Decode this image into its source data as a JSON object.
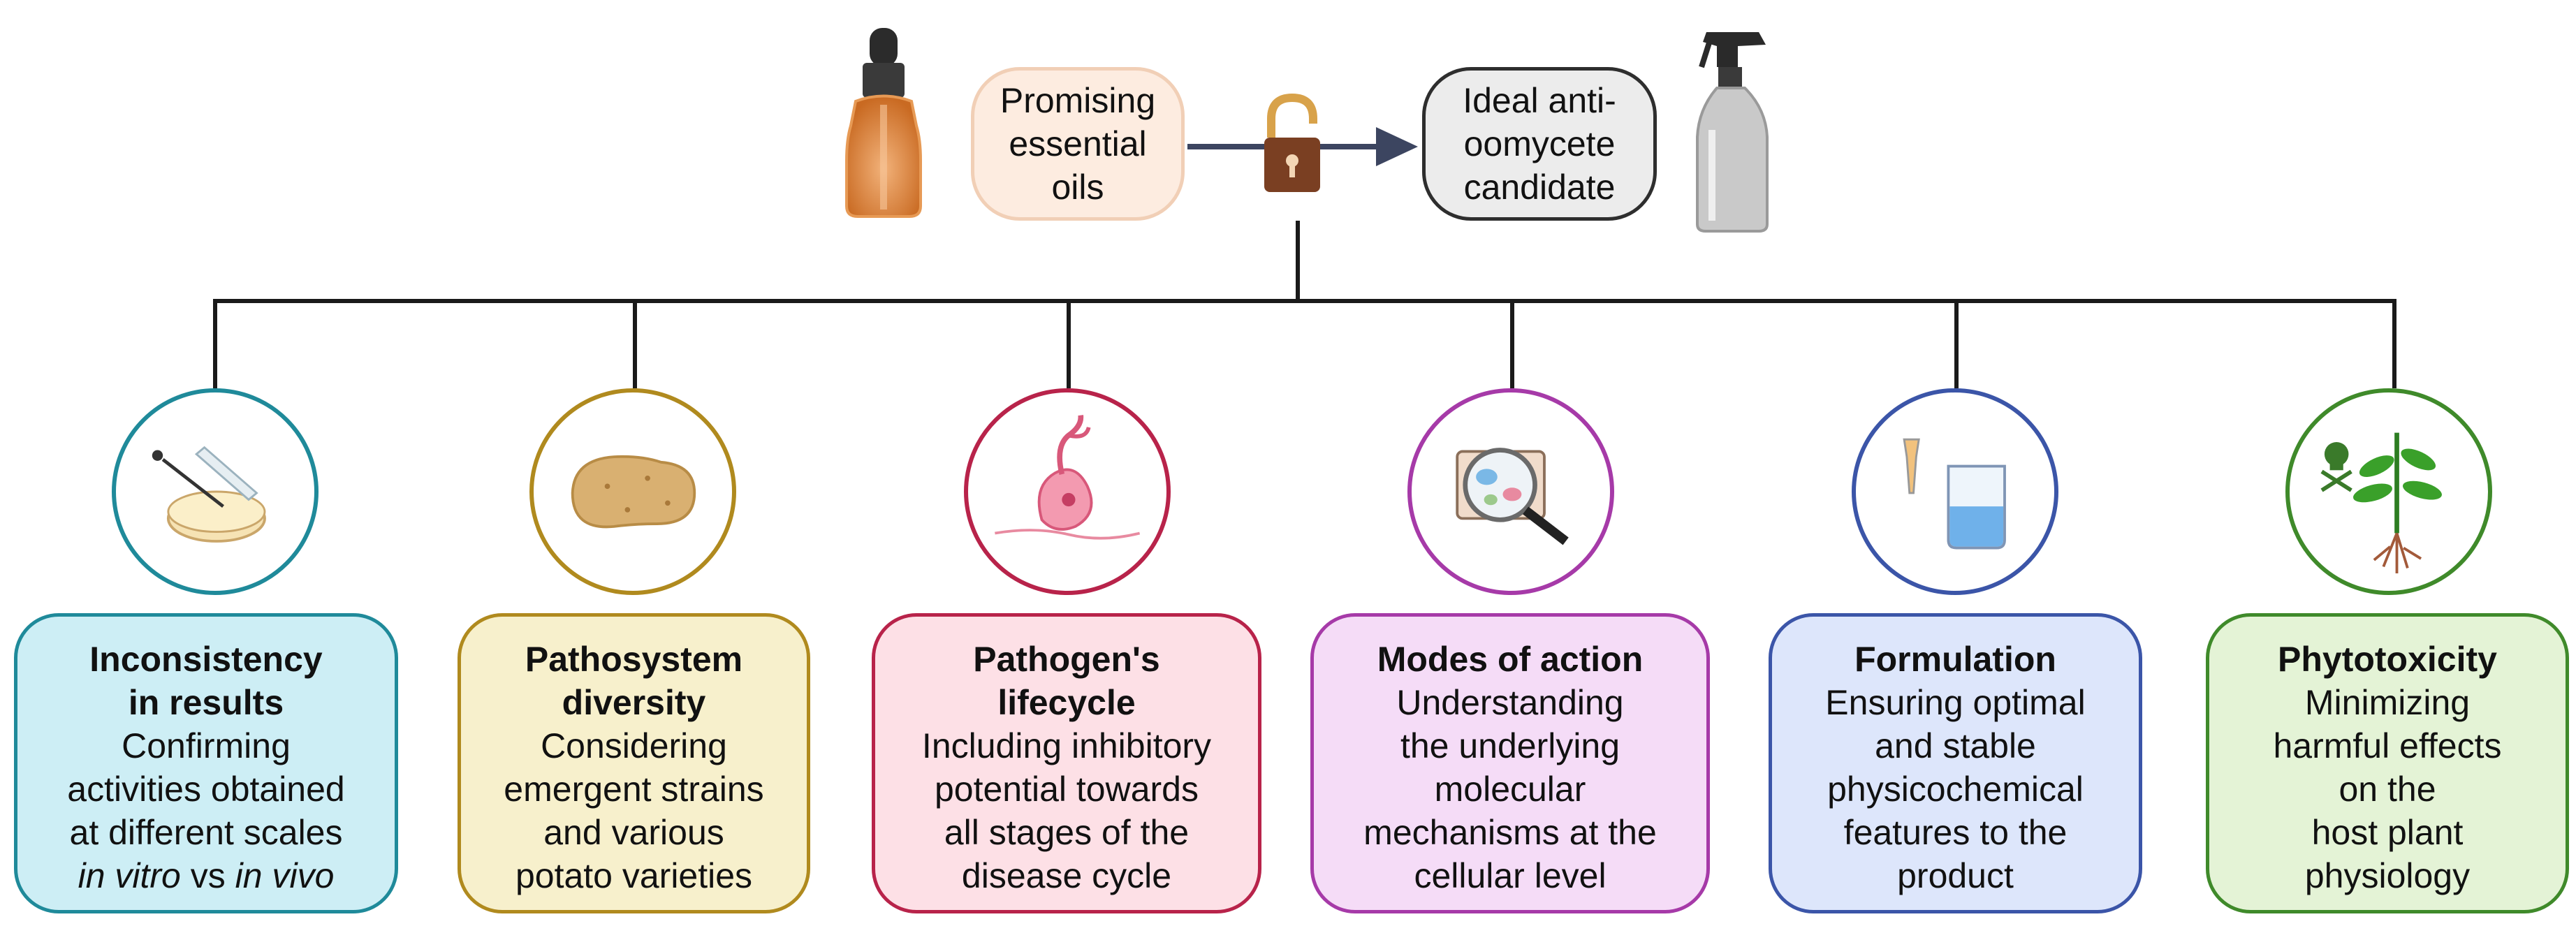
{
  "header": {
    "left_pill": [
      "Promising",
      "essential",
      "oils"
    ],
    "right_pill": [
      "Ideal anti-",
      "oomycete",
      "candidate"
    ]
  },
  "cards": [
    {
      "title": [
        "Inconsistency",
        "in results"
      ],
      "desc": [
        "Confirming",
        "activities obtained",
        "at different scales"
      ],
      "desc_last": {
        "a": "in vitro",
        "b": " vs ",
        "c": "in vivo"
      },
      "color": "#1f8a9a",
      "fill": "#cdeef5",
      "icon": "petri-dish-icon"
    },
    {
      "title": [
        "Pathosystem",
        "diversity"
      ],
      "desc": [
        "Considering",
        "emergent strains",
        "and various",
        "potato varieties"
      ],
      "color": "#b08a1e",
      "fill": "#f7f0cc",
      "icon": "potato-icon"
    },
    {
      "title": [
        "Pathogen's",
        "lifecycle"
      ],
      "desc": [
        "Including inhibitory",
        "potential towards",
        "all stages of the",
        "disease cycle"
      ],
      "color": "#b8234a",
      "fill": "#fde0e6",
      "icon": "oomycete-cell-icon"
    },
    {
      "title": [
        "Modes of action"
      ],
      "desc": [
        "Understanding",
        "the underlying",
        "molecular",
        "mechanisms at the",
        "cellular level"
      ],
      "color": "#a63aa8",
      "fill": "#f5dcf7",
      "icon": "magnifier-cells-icon"
    },
    {
      "title": [
        "Formulation"
      ],
      "desc": [
        "Ensuring optimal",
        "and stable",
        "physicochemical",
        "features to the",
        "product"
      ],
      "color": "#3b55a8",
      "fill": "#dde6fb",
      "icon": "beaker-icon"
    },
    {
      "title": [
        "Phytotoxicity"
      ],
      "desc": [
        "Minimizing",
        "harmful effects",
        "on the",
        "host plant",
        "physiology"
      ],
      "color": "#3f8a2a",
      "fill": "#e4f3d6",
      "icon": "plant-skull-icon"
    }
  ]
}
